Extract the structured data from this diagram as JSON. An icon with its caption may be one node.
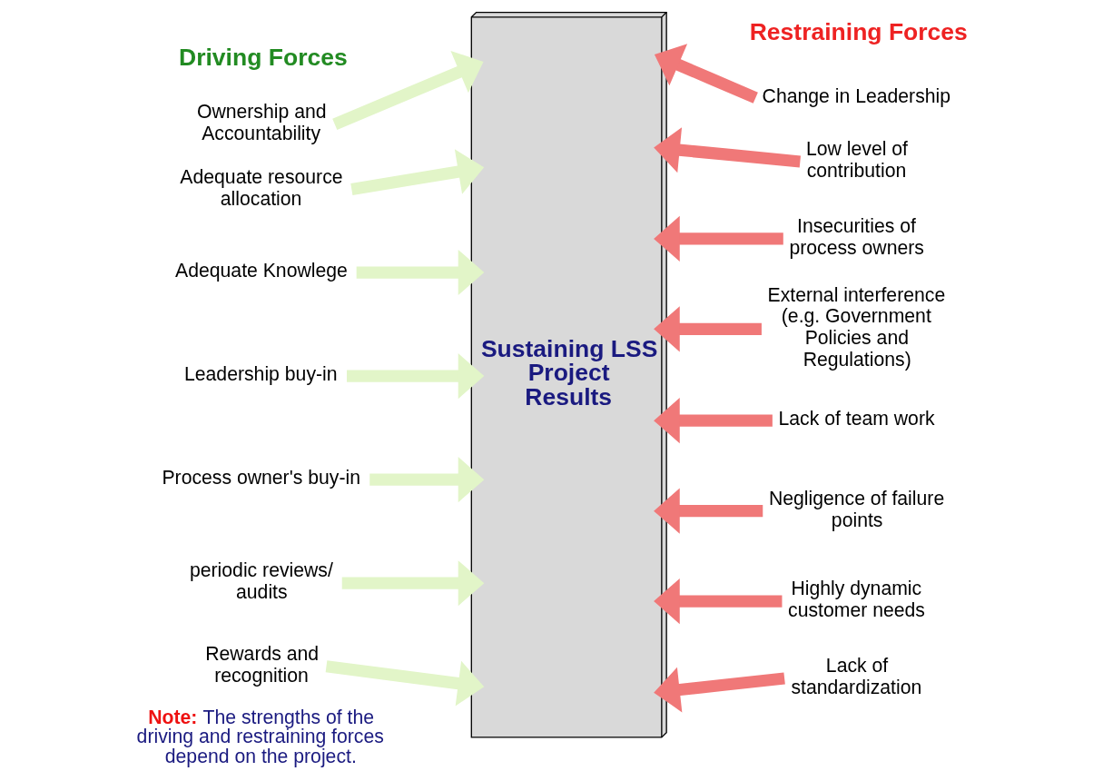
{
  "diagram": {
    "nodes": [
      {
        "text": [
          "Ownership and Accountability"
        ]
      },
      {
        "text": [
          "Adequate resource allocation"
        ]
      },
      {
        "text": [
          "Adequate Knowlege"
        ]
      },
      {
        "text": [
          "Leadership buy-in"
        ]
      },
      {
        "text": [
          "Process owner's buy-in"
        ]
      },
      {
        "text": [
          "periodic reviews/ audits"
        ]
      },
      {
        "text": [
          "Rewards and recognition"
        ]
      },
      {
        "text": [
          "Sustaining LSS Project Results"
        ]
      },
      {
        "text": [
          "Change in Leadership"
        ]
      },
      {
        "text": [
          "Low level of contribution"
        ]
      },
      {
        "text": [
          "Insecurities of process owners"
        ]
      },
      {
        "text": [
          "External interference (e.g. Government Policies and Regulations)"
        ]
      },
      {
        "text": [
          "Lack of team work"
        ]
      },
      {
        "text": [
          "Negligence of failure points"
        ]
      },
      {
        "text": [
          "Highly dynamic customer needs"
        ]
      },
      {
        "text": [
          "Lack of standardization"
        ]
      }
    ],
    "edges": [
      {
        "from": 0,
        "to": 7,
        "arrow": "to",
        "color": "#e2f5c8"
      },
      {
        "from": 1,
        "to": 7,
        "arrow": "to",
        "color": "#e2f5c8"
      },
      {
        "from": 2,
        "to": 7,
        "arrow": "to",
        "color": "#e2f5c8"
      },
      {
        "from": 3,
        "to": 7,
        "arrow": "to",
        "color": "#e2f5c8"
      },
      {
        "from": 4,
        "to": 7,
        "arrow": "to",
        "color": "#e2f5c8"
      },
      {
        "from": 5,
        "to": 7,
        "arrow": "to",
        "color": "#e2f5c8"
      },
      {
        "from": 6,
        "to": 7,
        "arrow": "to",
        "color": "#e2f5c8"
      },
      {
        "from": 8,
        "to": 7,
        "arrow": "to",
        "color": "#f07878"
      },
      {
        "from": 9,
        "to": 7,
        "arrow": "to",
        "color": "#f07878"
      },
      {
        "from": 10,
        "to": 7,
        "arrow": "to",
        "color": "#f07878"
      },
      {
        "from": 11,
        "to": 7,
        "arrow": "to",
        "color": "#f07878"
      },
      {
        "from": 12,
        "to": 7,
        "arrow": "to",
        "color": "#f07878"
      },
      {
        "from": 13,
        "to": 7,
        "arrow": "to",
        "color": "#f07878"
      },
      {
        "from": 14,
        "to": 7,
        "arrow": "to",
        "color": "#f07878"
      },
      {
        "from": 15,
        "to": 7,
        "arrow": "to",
        "color": "#f07878"
      }
    ],
    "labels": [
      "Driving Forces",
      "Restraining Forces",
      "**Note:** The strengths of the driving and restraining forces depend on the project."
    ]
  }
}
